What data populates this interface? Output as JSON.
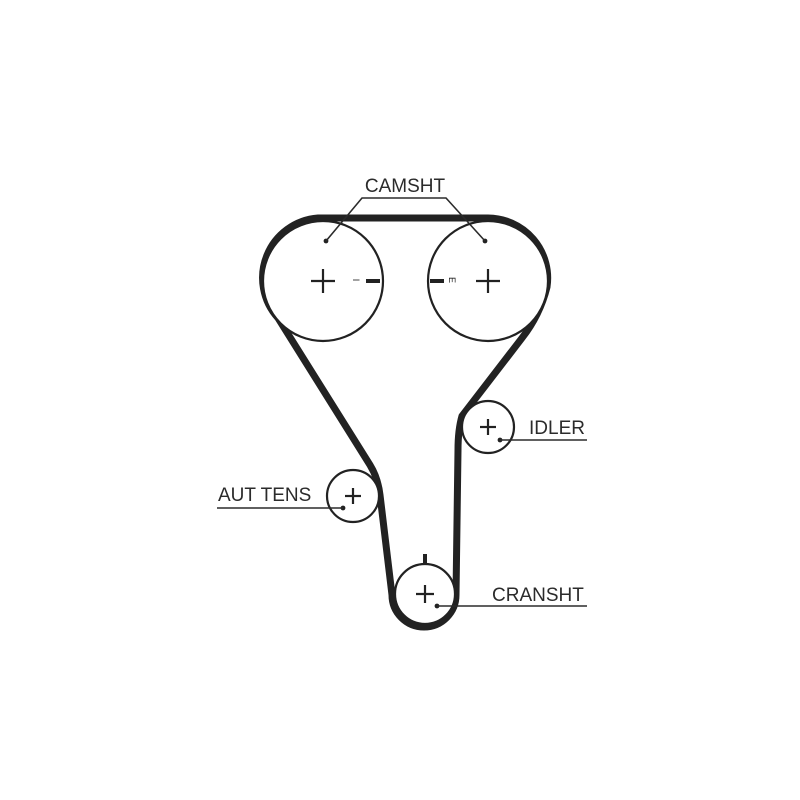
{
  "labels": {
    "camshaft": "CAMSHT",
    "idler": "IDLER",
    "tensioner": "AUT TENS",
    "crankshaft": "CRANSHT"
  },
  "timing_marks": {
    "intake": "I",
    "exhaust": "E"
  },
  "colors": {
    "line": "#222222",
    "text": "#2b2b2b",
    "background": "#ffffff"
  }
}
